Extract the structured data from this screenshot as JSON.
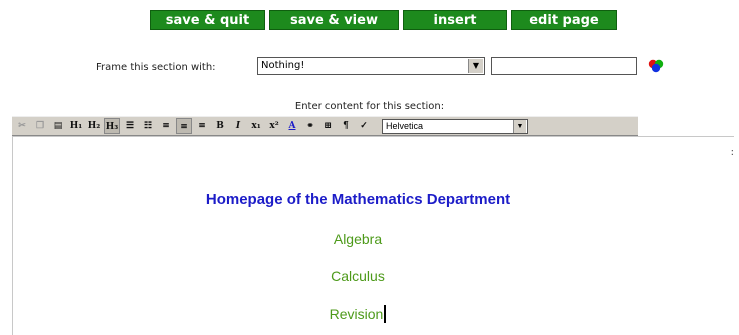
{
  "actions": {
    "save_quit": "save & quit",
    "save_view": "save & view",
    "insert": "insert",
    "edit_page": "edit page"
  },
  "frame": {
    "label": "Frame this section with:",
    "selected": "Nothing!",
    "text_value": ""
  },
  "editor": {
    "prompt": "Enter content for this section:",
    "font": "Helvetica",
    "heading": "Homepage of the Mathematics Department",
    "links": [
      "Algebra",
      "Calculus",
      "Revision"
    ]
  },
  "icons": {
    "cut": "cut-icon",
    "copy": "copy-icon",
    "paste": "paste-icon",
    "h1": "heading-1-icon",
    "h2": "heading-2-icon",
    "h3": "heading-3-icon",
    "bullet_list": "bullet-list-icon",
    "numbered_list": "numbered-list-icon",
    "align_left": "align-left-icon",
    "align_center": "align-center-icon",
    "align_right": "align-right-icon",
    "bold": "bold-icon",
    "italic": "italic-icon",
    "subscript": "subscript-icon",
    "superscript": "superscript-icon",
    "text_color": "text-color-icon",
    "link": "link-icon",
    "table": "table-icon",
    "paragraph": "paragraph-icon",
    "spellcheck": "spellcheck-icon",
    "frame_color": "color-picker-icon"
  },
  "colors": {
    "button_green": "#1d8a1d",
    "heading_blue": "#1c1cc8",
    "link_green": "#4d9a1a",
    "toolbar_gray": "#d4d0c8"
  }
}
